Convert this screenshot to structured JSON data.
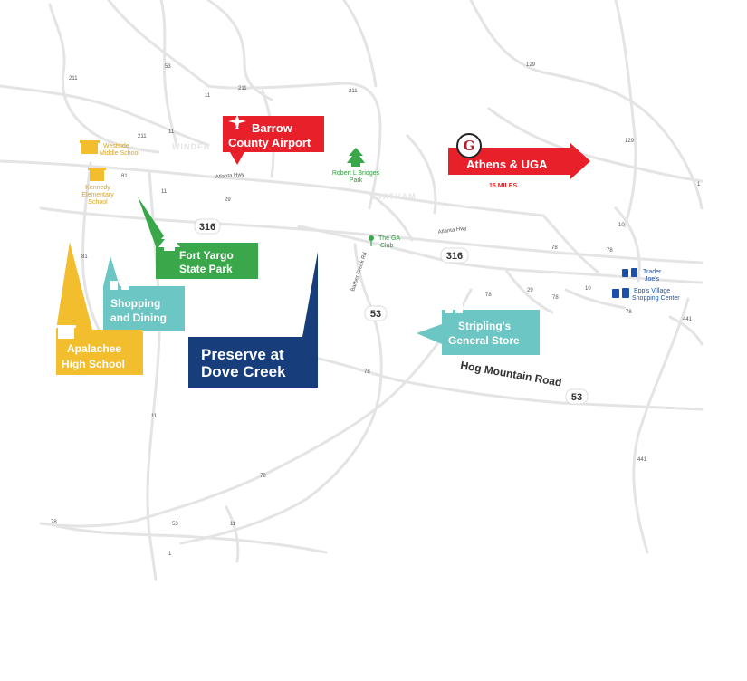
{
  "map": {
    "towns": [
      "WINDER",
      "STATHAM"
    ],
    "road_labels": {
      "r211a": "211",
      "r53a": "53",
      "r11a": "11",
      "r211b": "211",
      "r211c": "211",
      "r11b": "11",
      "r211d": "211",
      "r81": "81",
      "r11c": "11",
      "r29": "29",
      "r81b": "81",
      "r129a": "129",
      "r129b": "129",
      "r10": "10",
      "r78a": "78",
      "r78b": "78",
      "r29b": "29",
      "r78c": "78",
      "r10b": "10",
      "r78d": "78",
      "r441a": "441",
      "r78e": "78",
      "r11d": "11",
      "r78f": "78",
      "r441b": "441",
      "r78g": "78",
      "r78h": "78",
      "r53b": "53",
      "r11e": "11",
      "r1": "1",
      "atlanta_hwy_1": "Atlanta Hwy",
      "atlanta_hwy_2": "Atlanta Hwy",
      "barber_creek": "Barber Creek Rd"
    },
    "shields": {
      "s316a": "316",
      "s316b": "316",
      "s53a": "53",
      "s53b": "53"
    },
    "hog_mountain": "Hog Mountain Road",
    "callouts": {
      "airport_line1": "Barrow",
      "airport_line2": "County Airport",
      "athens_label": "Athens & UGA",
      "athens_distance": "15 MILES",
      "fort_yargo_line1": "Fort Yargo",
      "fort_yargo_line2": "State Park",
      "shopping_line1": "Shopping",
      "shopping_line2": "and Dining",
      "apalachee_line1": "Apalachee",
      "apalachee_line2": "High School",
      "preserve_line1": "Preserve at",
      "preserve_line2": "Dove Creek",
      "stripling_line1": "Stripling's",
      "stripling_line2": "General Store"
    },
    "poi": {
      "westside_1": "Westside",
      "westside_2": "Middle School",
      "kennedy_1": "Kennedy",
      "kennedy_2": "Elementary",
      "kennedy_3": "School",
      "bridges_1": "Robert L Bridges",
      "bridges_2": "Park",
      "ga_club_1": "The GA",
      "ga_club_2": "Club",
      "trader_1": "Trader",
      "trader_2": "Joe's",
      "epps_1": "Epp's Village",
      "epps_2": "Shopping Center"
    },
    "colors": {
      "red": "#e8202a",
      "green": "#3aa84a",
      "teal": "#6cc6c4",
      "yellow": "#f2be2e",
      "navy": "#173d7a",
      "blue": "#1b4fa8",
      "road": "#e4e4e4"
    }
  }
}
